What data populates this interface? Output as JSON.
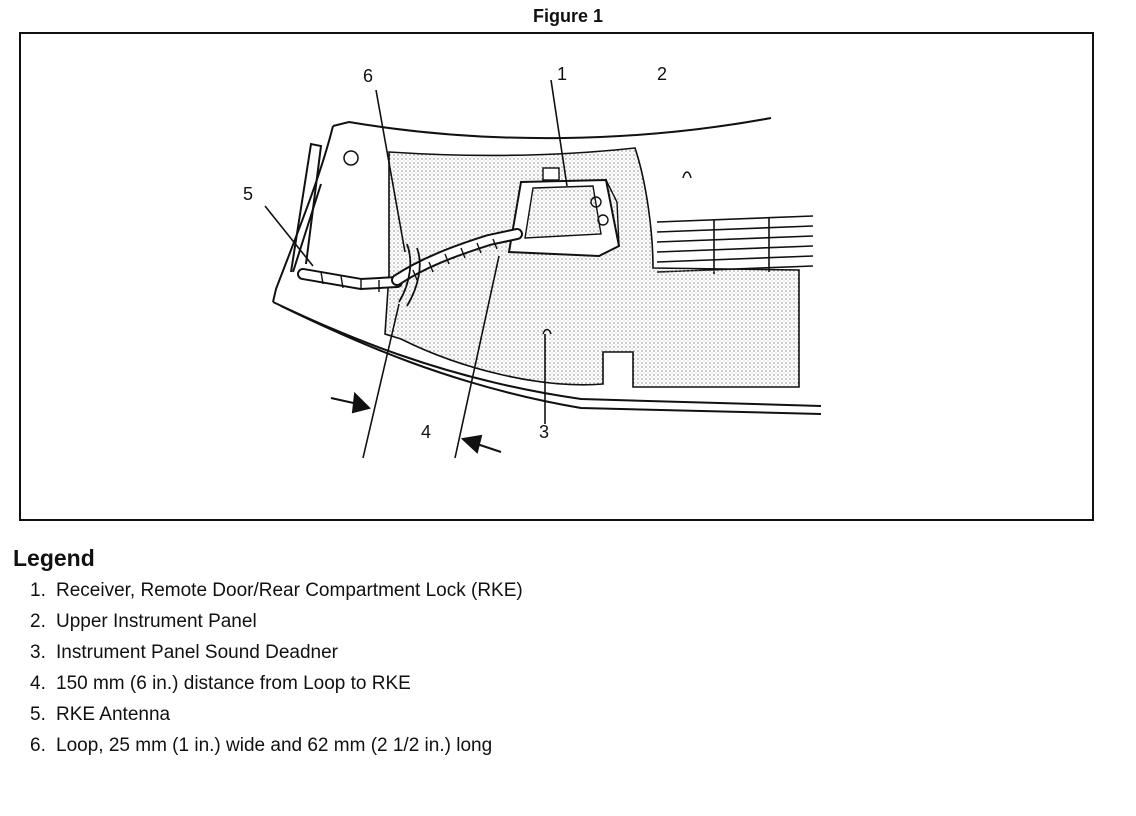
{
  "figure": {
    "title": "Figure 1",
    "callouts": [
      "1",
      "2",
      "3",
      "4",
      "5",
      "6"
    ]
  },
  "legend": {
    "heading": "Legend",
    "items": [
      {
        "number": "1.",
        "text": "Receiver, Remote Door/Rear Compartment Lock (RKE)"
      },
      {
        "number": "2.",
        "text": "Upper Instrument Panel"
      },
      {
        "number": "3.",
        "text": "Instrument Panel Sound Deadner"
      },
      {
        "number": "4.",
        "text": "150 mm (6 in.) distance from Loop to RKE"
      },
      {
        "number": "5.",
        "text": "RKE Antenna"
      },
      {
        "number": "6.",
        "text": "Loop, 25 mm (1 in.) wide and 62 mm (2 1/2 in.) long"
      }
    ]
  },
  "colors": {
    "line": "#111111",
    "stipple": "#8a8a8a",
    "background": "#ffffff"
  }
}
